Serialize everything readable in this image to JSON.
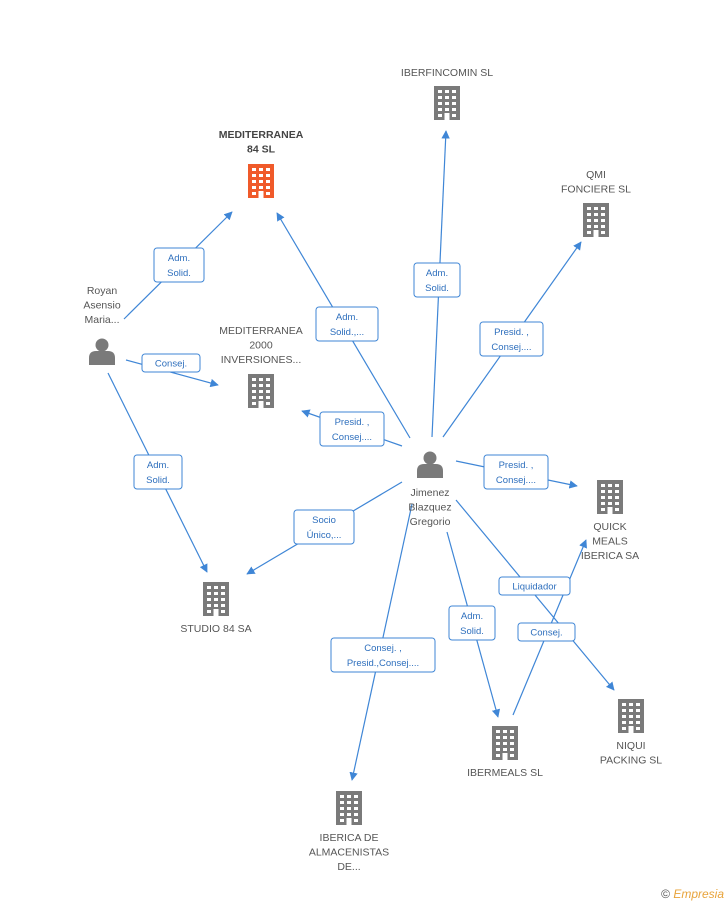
{
  "colors": {
    "edge": "#3f86d6",
    "building": "#7a7a7a",
    "focus_building": "#f05a2a",
    "person": "#7a7a7a",
    "label": "#555555",
    "edge_label": "#2e6fbd"
  },
  "nodes": [
    {
      "id": "mediterranea84",
      "type": "company",
      "focus": true,
      "label": [
        "MEDITERRANEA",
        "84  SL"
      ]
    },
    {
      "id": "iberfincomin",
      "type": "company",
      "label": [
        "IBERFINCOMIN SL"
      ]
    },
    {
      "id": "qmi",
      "type": "company",
      "label": [
        "QMI",
        "FONCIERE  SL"
      ]
    },
    {
      "id": "royan",
      "type": "person",
      "label": [
        "Royan",
        "Asensio",
        "Maria..."
      ]
    },
    {
      "id": "med2000",
      "type": "company",
      "label": [
        "MEDITERRANEA",
        "2000",
        "INVERSIONES..."
      ]
    },
    {
      "id": "jimenez",
      "type": "person",
      "label": [
        "Jimenez",
        "Blazquez",
        "Gregorio"
      ]
    },
    {
      "id": "quickmeals",
      "type": "company",
      "label": [
        "QUICK",
        "MEALS",
        "IBERICA SA"
      ]
    },
    {
      "id": "studio84",
      "type": "company",
      "label": [
        "STUDIO 84 SA"
      ]
    },
    {
      "id": "ibermeals",
      "type": "company",
      "label": [
        "IBERMEALS SL"
      ]
    },
    {
      "id": "niqui",
      "type": "company",
      "label": [
        "NIQUI",
        "PACKING SL"
      ]
    },
    {
      "id": "iberica",
      "type": "company",
      "label": [
        "IBERICA DE",
        "ALMACENISTAS",
        "DE..."
      ]
    }
  ],
  "edges": [
    {
      "id": "royan-med84",
      "label": [
        "Adm.",
        "Solid."
      ]
    },
    {
      "id": "royan-med2000",
      "label": [
        "Consej."
      ]
    },
    {
      "id": "royan-studio84",
      "label": [
        "Adm.",
        "Solid."
      ]
    },
    {
      "id": "jimenez-med84",
      "label": [
        "Adm.",
        "Solid.,..."
      ]
    },
    {
      "id": "jimenez-iberfincomin",
      "label": [
        "Adm.",
        "Solid."
      ]
    },
    {
      "id": "jimenez-qmi",
      "label": [
        "Presid. ,",
        "Consej...."
      ]
    },
    {
      "id": "jimenez-med2000",
      "label": [
        "Presid. ,",
        "Consej...."
      ]
    },
    {
      "id": "jimenez-quickmeals",
      "label": [
        "Presid. ,",
        "Consej...."
      ]
    },
    {
      "id": "jimenez-studio84",
      "label": [
        "Socio",
        "Único,..."
      ]
    },
    {
      "id": "jimenez-ibermeals",
      "label": [
        "Adm.",
        "Solid."
      ]
    },
    {
      "id": "jimenez-niqui",
      "label": [
        "Consej."
      ]
    },
    {
      "id": "jimenez-iberica",
      "label": [
        "Consej. ,",
        "Presid.,Consej...."
      ]
    },
    {
      "id": "ibermeals-quickmeals",
      "label": [
        "Liquidador"
      ]
    }
  ],
  "watermark": {
    "symbol": "©",
    "brand": "Empresia"
  }
}
